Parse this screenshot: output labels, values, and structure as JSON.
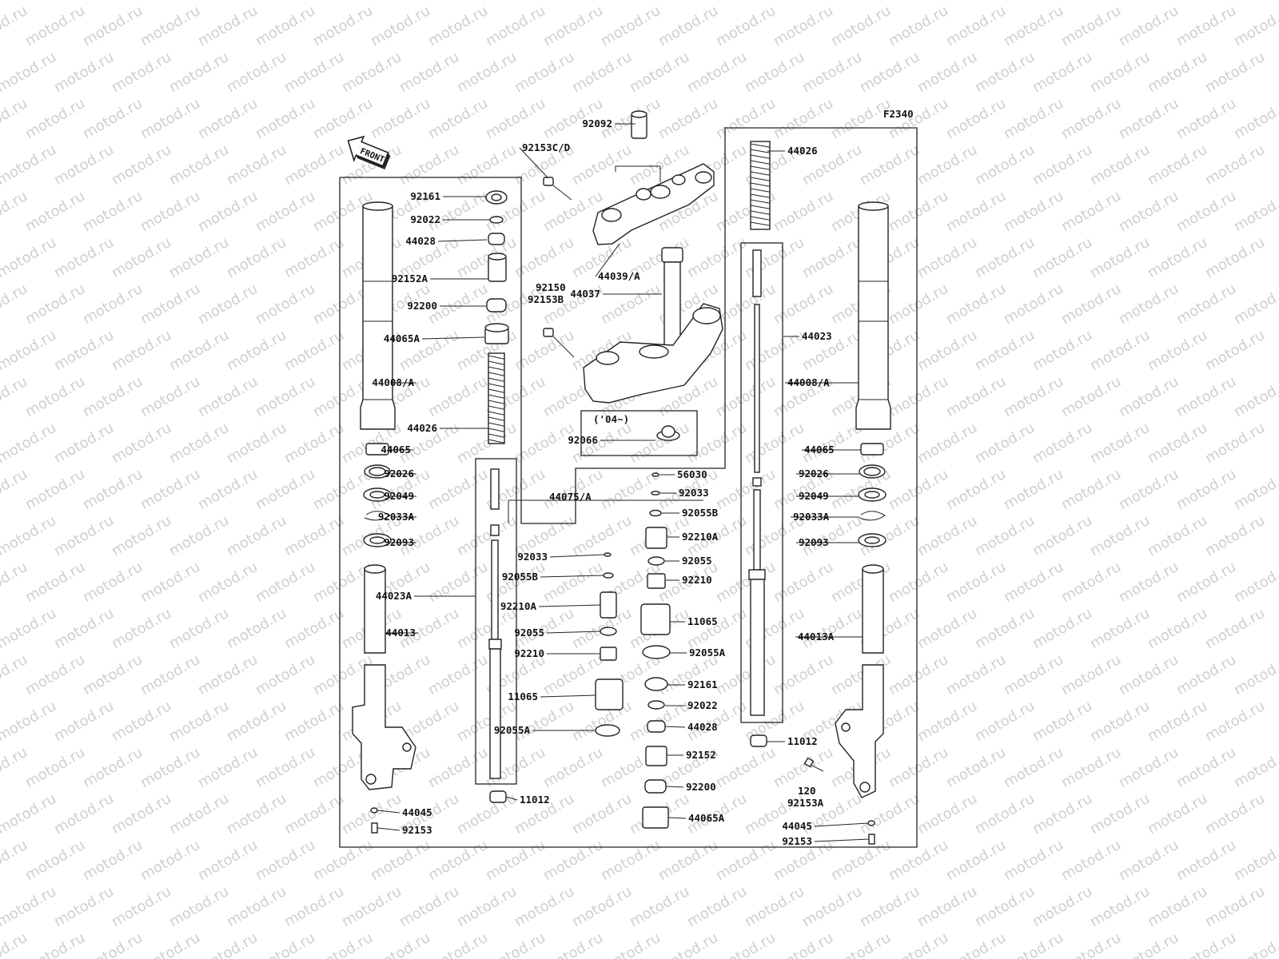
{
  "watermark_text": "motod.ru",
  "figure_code": "F2340",
  "front_marker": "FRONT",
  "year_note": "('04~)",
  "labels": [
    {
      "text": "92092"
    },
    {
      "text": "92153C/D"
    },
    {
      "text": "44026"
    },
    {
      "text": "92161"
    },
    {
      "text": "92022"
    },
    {
      "text": "44028"
    },
    {
      "text": "44039/A"
    },
    {
      "text": "92152A"
    },
    {
      "text": "92150"
    },
    {
      "text": "92153B"
    },
    {
      "text": "44037"
    },
    {
      "text": "92200"
    },
    {
      "text": "44065A"
    },
    {
      "text": "44023"
    },
    {
      "text": "44008/A"
    },
    {
      "text": "44008/A"
    },
    {
      "text": "44026"
    },
    {
      "text": "92066"
    },
    {
      "text": "44065"
    },
    {
      "text": "44065"
    },
    {
      "text": "92026"
    },
    {
      "text": "56030"
    },
    {
      "text": "92026"
    },
    {
      "text": "92049"
    },
    {
      "text": "92033"
    },
    {
      "text": "92049"
    },
    {
      "text": "44075/A"
    },
    {
      "text": "92033A"
    },
    {
      "text": "92055B"
    },
    {
      "text": "92033A"
    },
    {
      "text": "92093"
    },
    {
      "text": "92210A"
    },
    {
      "text": "92093"
    },
    {
      "text": "92033"
    },
    {
      "text": "92055"
    },
    {
      "text": "92055B"
    },
    {
      "text": "92210"
    },
    {
      "text": "44023A"
    },
    {
      "text": "92210A"
    },
    {
      "text": "11065"
    },
    {
      "text": "44013"
    },
    {
      "text": "92055"
    },
    {
      "text": "44013A"
    },
    {
      "text": "92055A"
    },
    {
      "text": "92210"
    },
    {
      "text": "92161"
    },
    {
      "text": "11065"
    },
    {
      "text": "92022"
    },
    {
      "text": "92055A"
    },
    {
      "text": "44028"
    },
    {
      "text": "11012"
    },
    {
      "text": "92152"
    },
    {
      "text": "120"
    },
    {
      "text": "92153A"
    },
    {
      "text": "92200"
    },
    {
      "text": "11012"
    },
    {
      "text": "44045"
    },
    {
      "text": "44065A"
    },
    {
      "text": "44045"
    },
    {
      "text": "92153"
    },
    {
      "text": "92153"
    }
  ]
}
